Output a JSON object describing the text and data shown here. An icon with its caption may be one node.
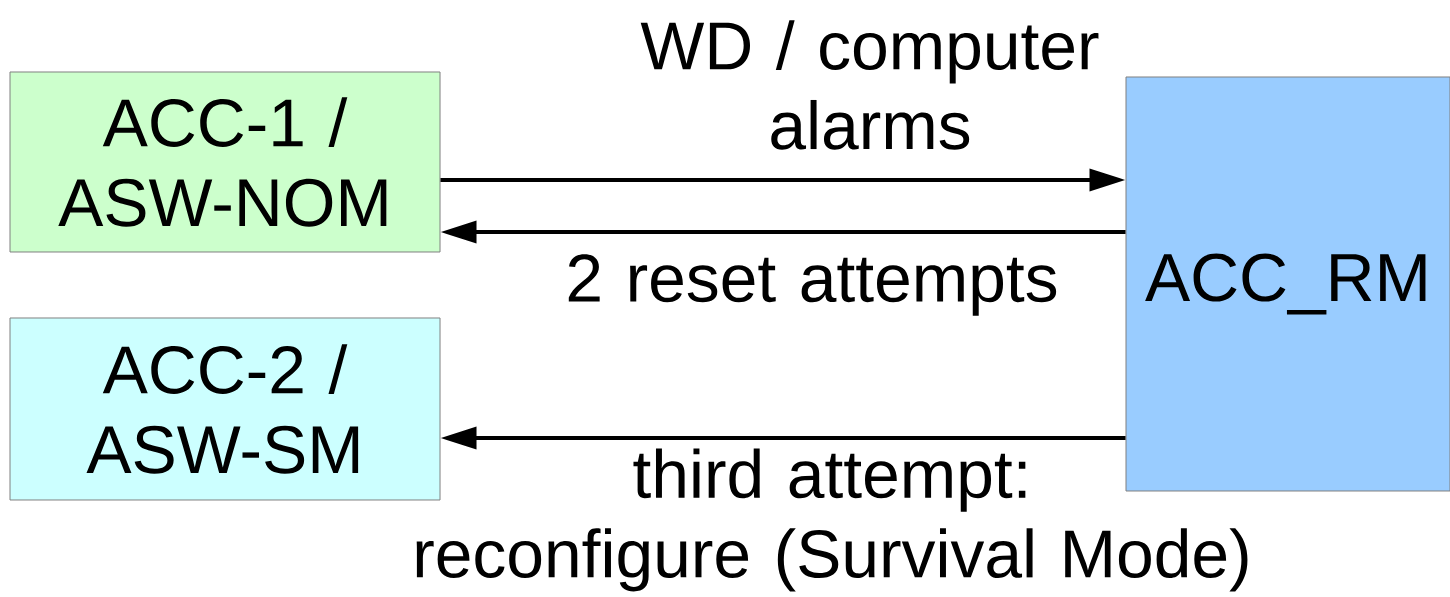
{
  "diagram": {
    "nodes": [
      {
        "text": [
          "ACC-1 / ASW-NOM"
        ]
      },
      {
        "text": [
          "ACC-2 / ASW-SM"
        ]
      },
      {
        "text": [
          "ACC_RM"
        ]
      }
    ],
    "edges": [
      {
        "from": 0,
        "to": 2,
        "arrow": "to",
        "label": "WD / computer alarms"
      },
      {
        "from": 2,
        "to": 0,
        "arrow": "to",
        "label": "2 reset attempts"
      },
      {
        "from": 2,
        "to": 1,
        "arrow": "to",
        "label": "third attempt: reconfigure (Survival Mode)"
      }
    ]
  }
}
